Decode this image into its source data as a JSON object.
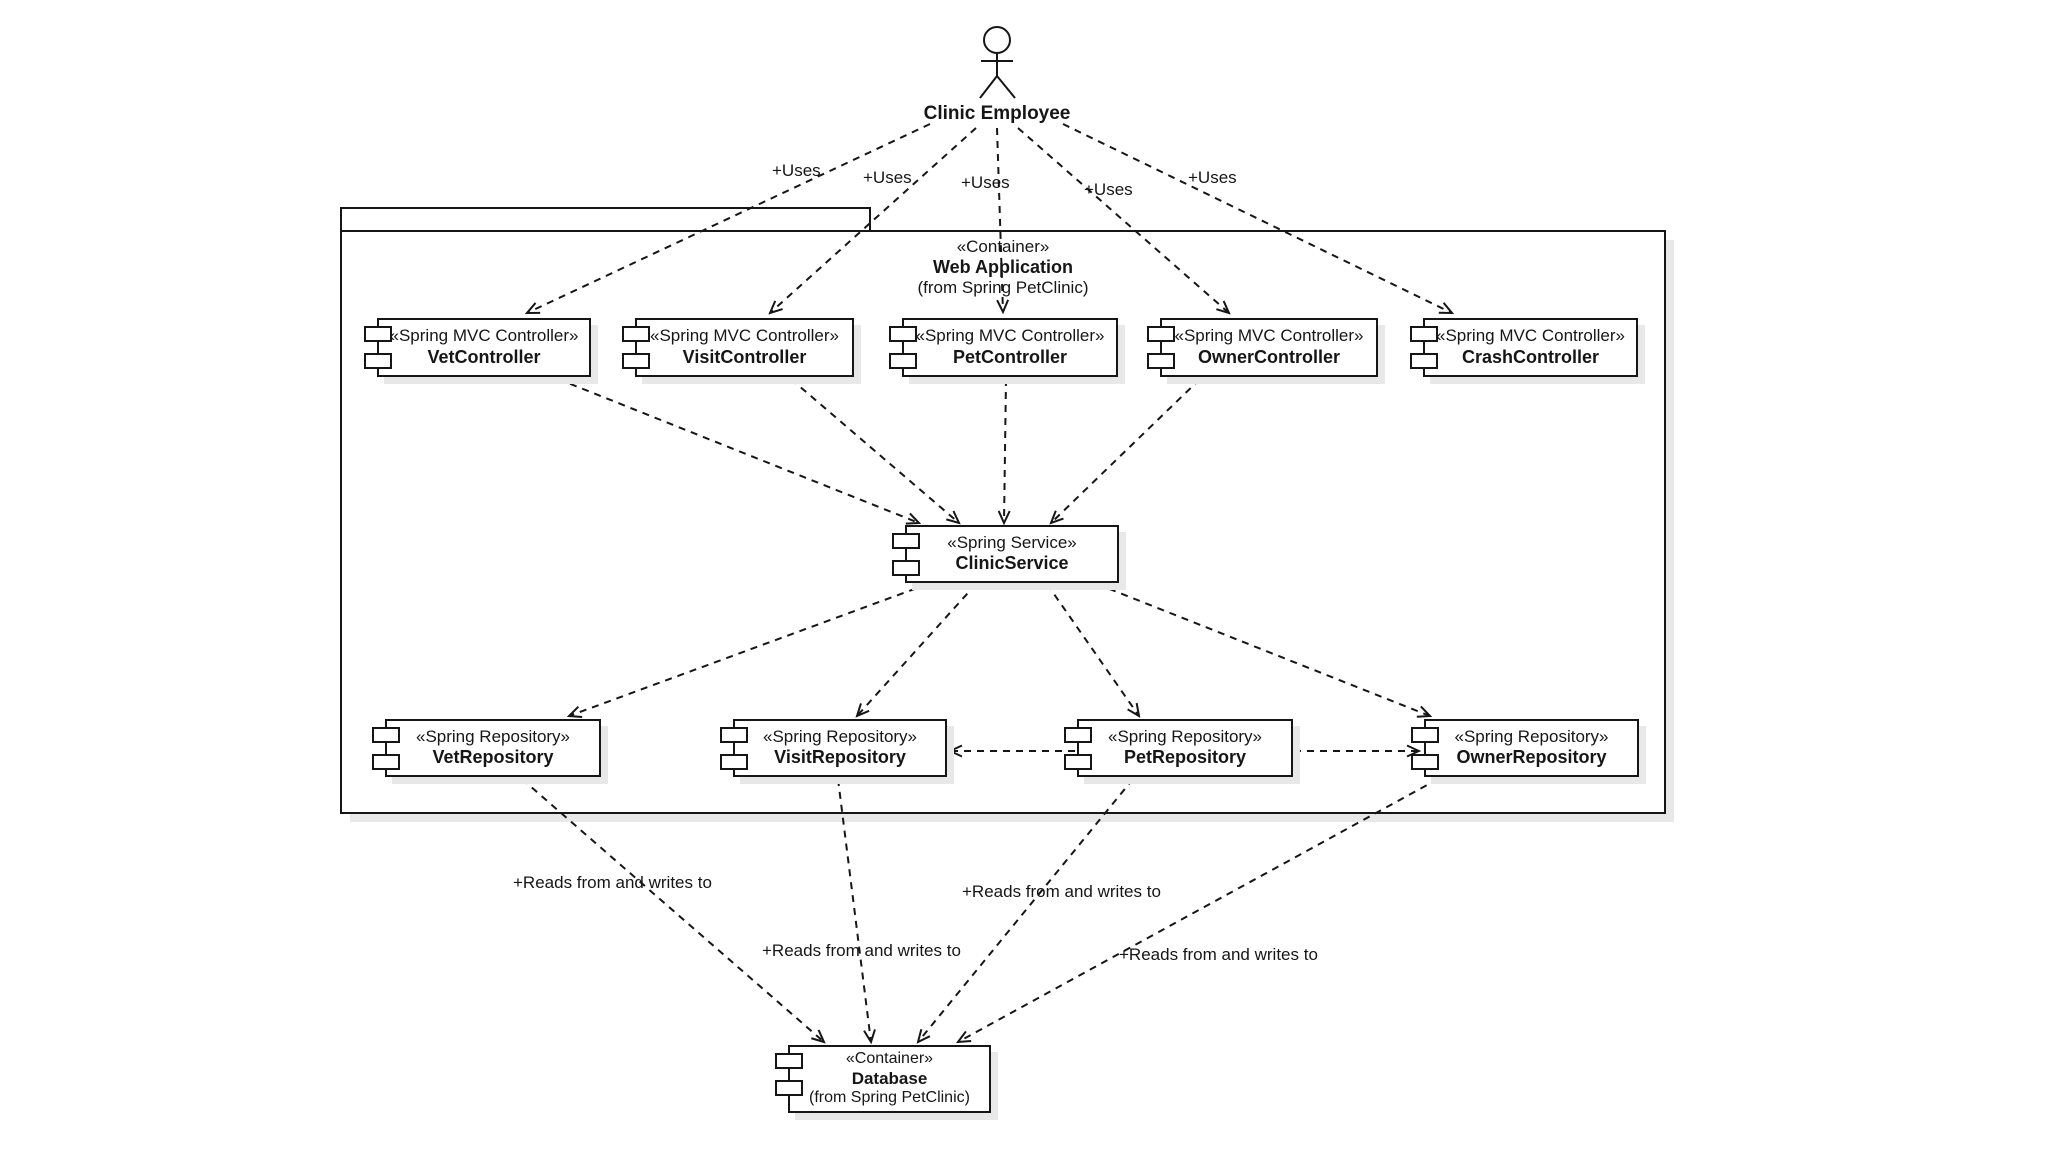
{
  "actor": {
    "label": "Clinic Employee"
  },
  "labels": {
    "uses": "+Uses",
    "reads_writes": "+Reads from and writes to"
  },
  "web_app": {
    "stereotype": "«Container»",
    "name": "Web Application",
    "origin": "(from Spring PetClinic)"
  },
  "controllers": [
    {
      "stereotype": "«Spring MVC Controller»",
      "name": "VetController"
    },
    {
      "stereotype": "«Spring MVC Controller»",
      "name": "VisitController"
    },
    {
      "stereotype": "«Spring MVC Controller»",
      "name": "PetController"
    },
    {
      "stereotype": "«Spring MVC Controller»",
      "name": "OwnerController"
    },
    {
      "stereotype": "«Spring MVC Controller»",
      "name": "CrashController"
    }
  ],
  "service": {
    "stereotype": "«Spring Service»",
    "name": "ClinicService"
  },
  "repositories": [
    {
      "stereotype": "«Spring Repository»",
      "name": "VetRepository"
    },
    {
      "stereotype": "«Spring Repository»",
      "name": "VisitRepository"
    },
    {
      "stereotype": "«Spring Repository»",
      "name": "PetRepository"
    },
    {
      "stereotype": "«Spring Repository»",
      "name": "OwnerRepository"
    }
  ],
  "database": {
    "stereotype": "«Container»",
    "name": "Database",
    "origin": "(from Spring PetClinic)"
  },
  "colors": {
    "line": "#161616",
    "shadow": "#e8e8e8",
    "background": "#ffffff"
  }
}
